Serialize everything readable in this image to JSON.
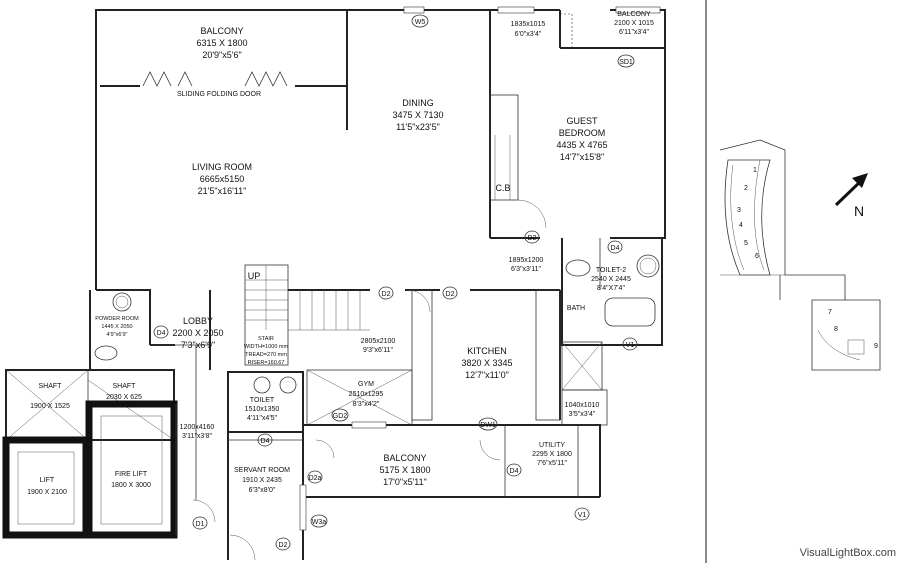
{
  "rooms": {
    "balcony_top": {
      "name": "BALCONY",
      "dims": "6315 X 1800",
      "imperial": "20'9\"x5'6\""
    },
    "sliding_door": {
      "name": "SLIDING FOLDING DOOR"
    },
    "dining": {
      "name": "DINING",
      "dims": "3475 X 7130",
      "imperial": "11'5\"x23'5\""
    },
    "living": {
      "name": "LIVING ROOM",
      "dims": "6665x5150",
      "imperial": "21'5\"x16'11\""
    },
    "guest_bedroom": {
      "name1": "GUEST",
      "name2": "BEDROOM",
      "dims": "4435 X 4765",
      "imperial": "14'7\"x15'8\""
    },
    "window_top": {
      "dims": "1835x1015",
      "imperial": "6'0\"x3'4\""
    },
    "balcony_small": {
      "name": "BALCONY",
      "dims": "2100 X 1015",
      "imperial": "6'11\"x3'4\""
    },
    "cb": {
      "name": "C.B"
    },
    "toilet2_front": {
      "dims": "1895x1200",
      "imperial": "6'3\"x3'11\""
    },
    "toilet2": {
      "name": "TOILET-2",
      "dims": "2540 X 2445",
      "imperial": "8'4\"X7'4\""
    },
    "bath": {
      "name": "BATH"
    },
    "powder": {
      "name": "POWDER ROOM",
      "dims": "1445 X 2050",
      "imperial": "4'9\"x6'9\""
    },
    "lobby": {
      "name": "LOBBY",
      "dims": "2200 X 2050",
      "imperial": "7'3\"x6'9\""
    },
    "stair": {
      "up": "UP",
      "name": "STAIR",
      "width": "WIDTH=1000 mm",
      "tread": "TREAD=270 mm",
      "riser": "RISER=160.67"
    },
    "kitchen": {
      "name": "KITCHEN",
      "dims": "3820 X 3345",
      "imperial": "12'7\"x11'0\""
    },
    "gym_front": {
      "dims": "2805x2100",
      "imperial": "9'3\"x6'11\""
    },
    "gym": {
      "name": "GYM",
      "dims": "2510x1295",
      "imperial": "8'3\"x4'2\""
    },
    "shaft1": {
      "name": "SHAFT",
      "dims": "1900 X 1525"
    },
    "shaft2": {
      "name": "SHAFT",
      "dims": "2030 X 625"
    },
    "toilet": {
      "name": "TOILET",
      "dims": "1510x1350",
      "imperial": "4'11\"x4'5\""
    },
    "lift": {
      "name": "LIFT",
      "dims": "1900 X 2100"
    },
    "fire_lift": {
      "name": "FIRE LIFT",
      "dims": "1800 X 3000"
    },
    "corridor": {
      "dims": "1200x4160",
      "imperial": "3'11\"x3'8\""
    },
    "servant": {
      "name": "SERVANT ROOM",
      "dims": "1910 X 2435",
      "imperial": "6'3\"x8'0\""
    },
    "balcony_bottom": {
      "name": "BALCONY",
      "dims": "5175 X 1800",
      "imperial": "17'0\"x5'11\""
    },
    "store": {
      "dims": "1040x1010",
      "imperial": "3'5\"x3'4\""
    },
    "utility": {
      "name": "UTILITY",
      "dims": "2295 X 1800",
      "imperial": "7'6\"x5'11\""
    }
  },
  "tags": {
    "w5": "W5",
    "sd1": "SD1",
    "d2": "D2",
    "d4": "D4",
    "v1": "V1",
    "dw1": "DW1",
    "gd2": "GD2",
    "d2a": "D2a",
    "w3a": "W3a",
    "d1": "D1"
  },
  "key_plan": {
    "north_label": "N",
    "numbers": [
      "1",
      "2",
      "3",
      "4",
      "5",
      "6",
      "7",
      "8",
      "9"
    ]
  },
  "watermark": "VisualLightBox.com"
}
